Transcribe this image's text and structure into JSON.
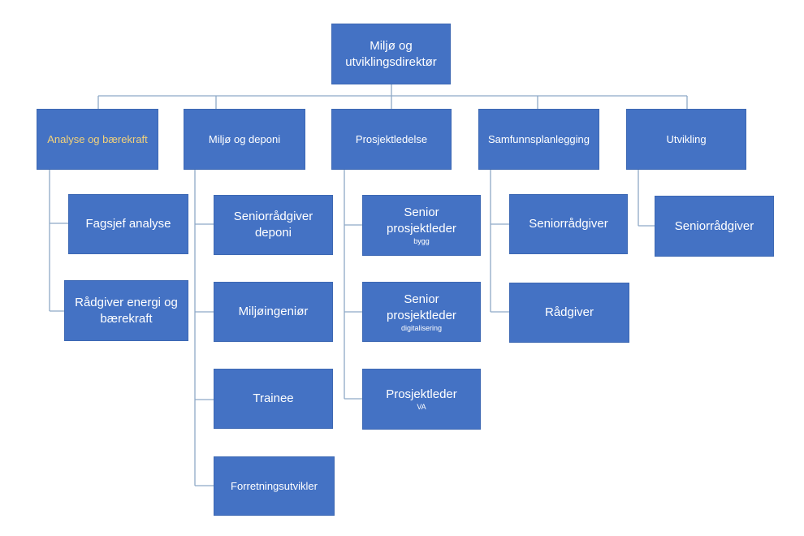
{
  "top": {
    "label": "Miljø og utviklingsdirektør"
  },
  "departments": [
    {
      "label": "Analyse og bærekraft",
      "highlight": true
    },
    {
      "label": "Miljø og deponi"
    },
    {
      "label": "Prosjektledelse"
    },
    {
      "label": "Samfunnsplanlegging"
    },
    {
      "label": "Utvikling"
    }
  ],
  "roles": [
    [
      {
        "label": "Fagsjef analyse"
      },
      {
        "label": "Rådgiver energi og bærekraft"
      }
    ],
    [
      {
        "label": "Seniorrådgiver deponi"
      },
      {
        "label": "Miljøingeniør"
      },
      {
        "label": "Trainee"
      },
      {
        "label": "Forretningsutvikler"
      }
    ],
    [
      {
        "label": "Senior prosjektleder",
        "sub": "bygg"
      },
      {
        "label": "Senior prosjektleder",
        "sub": "digitalisering"
      },
      {
        "label": "Prosjektleder",
        "sub": "VA"
      }
    ],
    [
      {
        "label": "Seniorrådgiver"
      },
      {
        "label": "Rådgiver"
      }
    ],
    [
      {
        "label": "Seniorrådgiver"
      }
    ]
  ],
  "colors": {
    "box": "#4472c4",
    "connector": "#8ea9c6",
    "highlight_text": "#f3d27a"
  }
}
